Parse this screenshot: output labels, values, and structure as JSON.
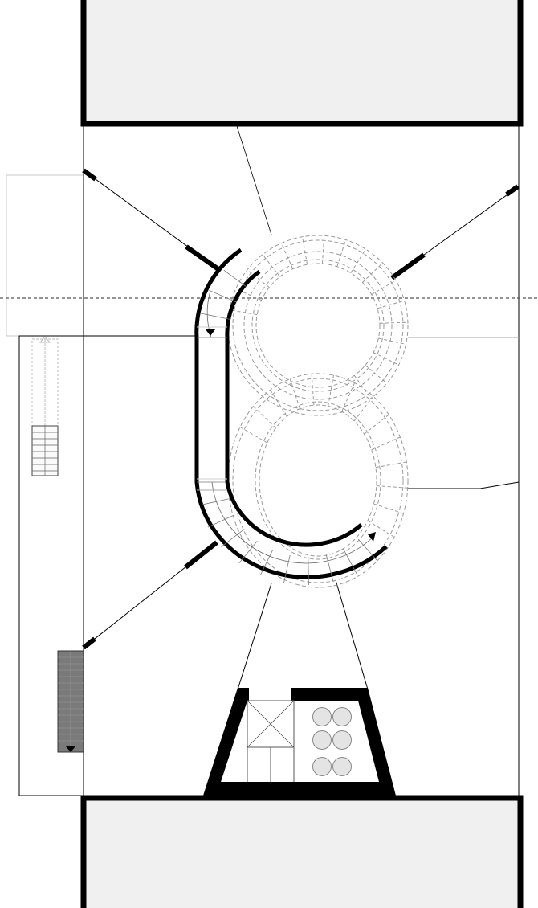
{
  "plan": {
    "colors": {
      "wall": "#000000",
      "block_fill": "#f0f0f0",
      "hidden_line": "#8a8a8a",
      "stair_dark": "#7a7a7a",
      "column_fill": "#e4e4e4"
    },
    "icons": [
      "ramp-direction-arrow-down",
      "ramp-direction-arrow-up",
      "stair-arrow-down",
      "elevator-cross"
    ],
    "columns_count": 6
  }
}
